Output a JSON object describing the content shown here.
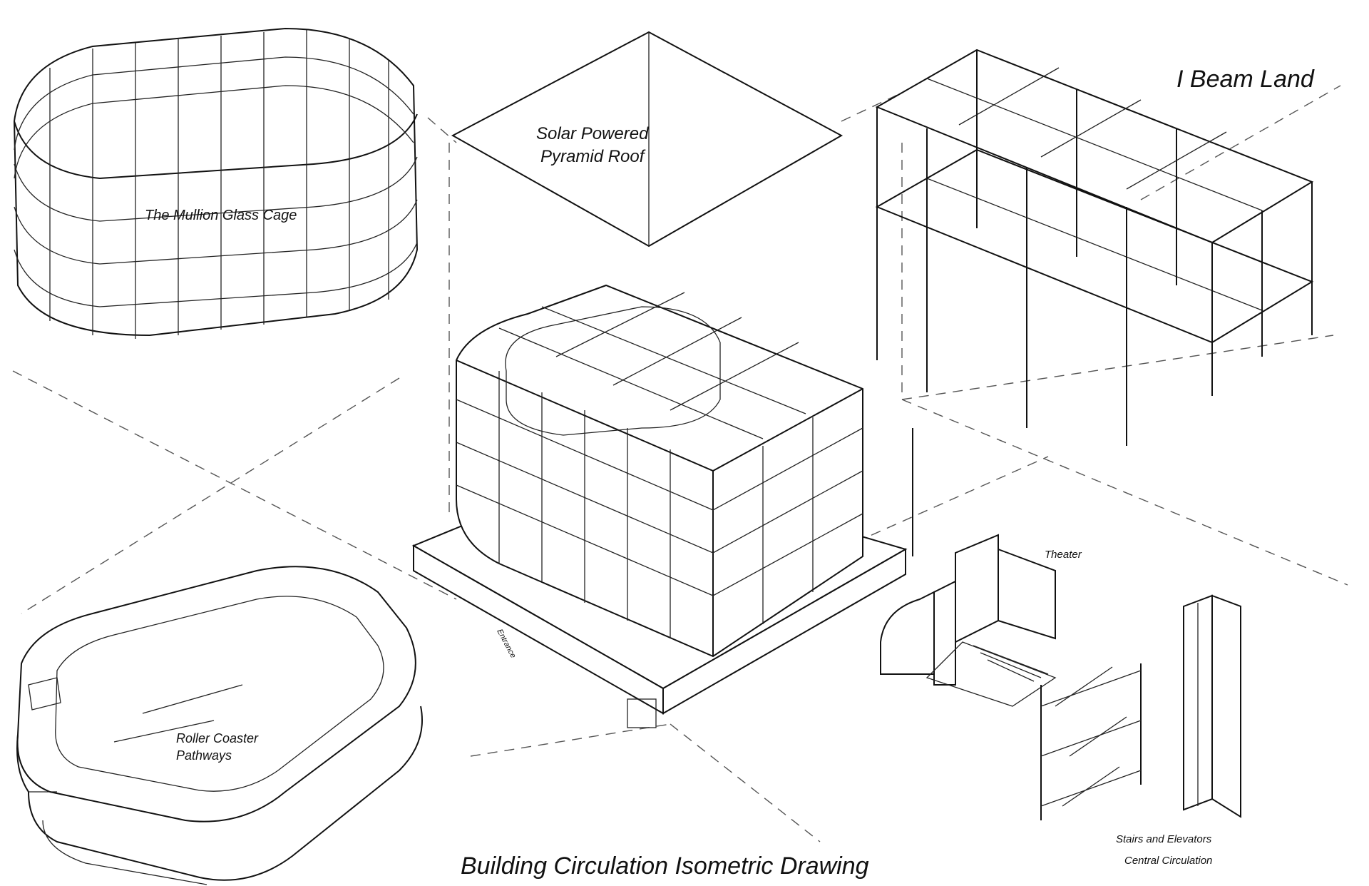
{
  "labels": {
    "mullion": "The Mullion Glass Cage",
    "solar_line1": "Solar Powered",
    "solar_line2": "Pyramid Roof",
    "ibeam": "I Beam Land",
    "roller_line1": "Roller Coaster",
    "roller_line2": "Pathways",
    "theater": "Theater",
    "stairs_line1": "Stairs and Elevators",
    "stairs_line2": "Central Circulation",
    "main_title": "Building Circulation Isometric Drawing",
    "entrance": "Entrance"
  },
  "colors": {
    "line": "#111111",
    "background": "#ffffff"
  }
}
